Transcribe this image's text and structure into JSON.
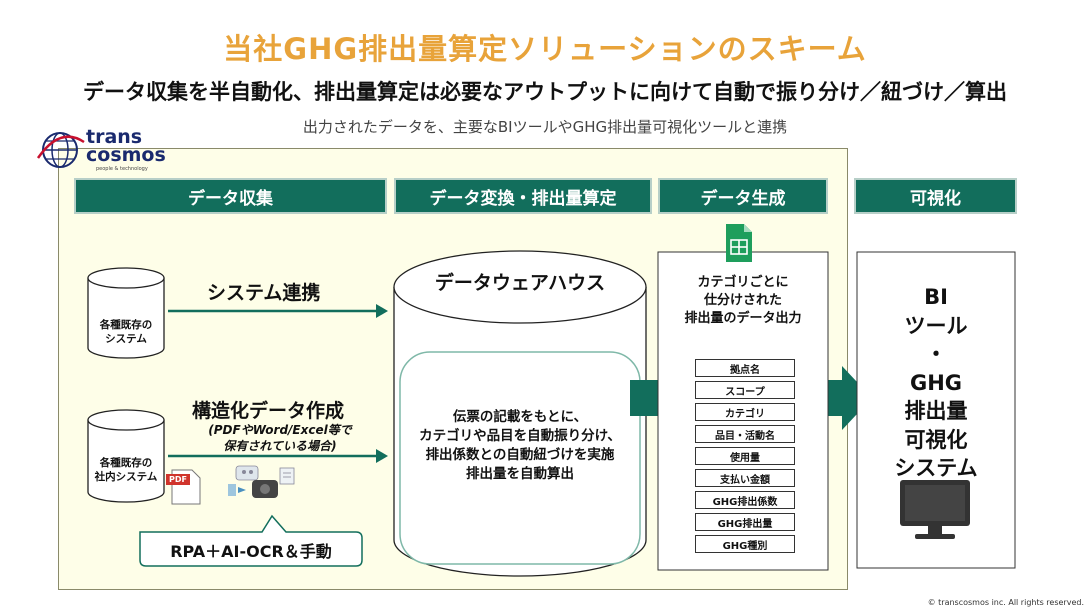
{
  "header": {
    "title": "当社GHG排出量算定ソリューションのスキーム",
    "subtitle": "データ収集を半自動化、排出量算定は必要なアウトプットに向けて自動で振り分け／紐づけ／算出",
    "caption": "出力されたデータを、主要なBIツールやGHG排出量可視化ツールと連携"
  },
  "logo": {
    "line1": "trans",
    "line2": "cosmos",
    "tagline": "people & technology"
  },
  "columns": {
    "collect": "データ収集",
    "convert": "データ変換・排出量算定",
    "generate": "データ生成",
    "visualize": "可視化"
  },
  "sources": {
    "system_db_line1": "各種既存の",
    "system_db_line2": "システム",
    "system_link": "システム連携",
    "internal_db_line1": "各種既存の",
    "internal_db_line2": "社内システム",
    "structuring": "構造化データ作成",
    "structuring_note_line1": "(PDFやWord/Excel等で",
    "structuring_note_line2": "保有されている場合)",
    "pdf_badge": "PDF",
    "rpa_label": "RPA＋AI-OCR＆手動"
  },
  "warehouse": {
    "title": "データウェアハウス",
    "desc_line1": "伝票の記載をもとに、",
    "desc_line2": "カテゴリや品目を自動振り分け、",
    "desc_line3": "排出係数との自動紐づけを実施",
    "desc_line4": "排出量を自動算出"
  },
  "output": {
    "title_line1": "カテゴリごとに",
    "title_line2": "仕分けされた",
    "title_line3": "排出量のデータ出力",
    "items": [
      "拠点名",
      "スコープ",
      "カテゴリ",
      "品目・活動名",
      "使用量",
      "支払い金額",
      "GHG排出係数",
      "GHG排出量",
      "GHG種別"
    ]
  },
  "bi": {
    "line1": "BI",
    "line2": "ツール",
    "line3": "・",
    "line4": "GHG",
    "line5": "排出量",
    "line6": "可視化",
    "line7": "システム"
  },
  "copyright": "© transcosmos inc. All rights reserved.",
  "colors": {
    "title": "#e8a33a",
    "header_bg": "#126e5c",
    "arrow": "#126e5c",
    "panel_bg": "#fefee8"
  }
}
